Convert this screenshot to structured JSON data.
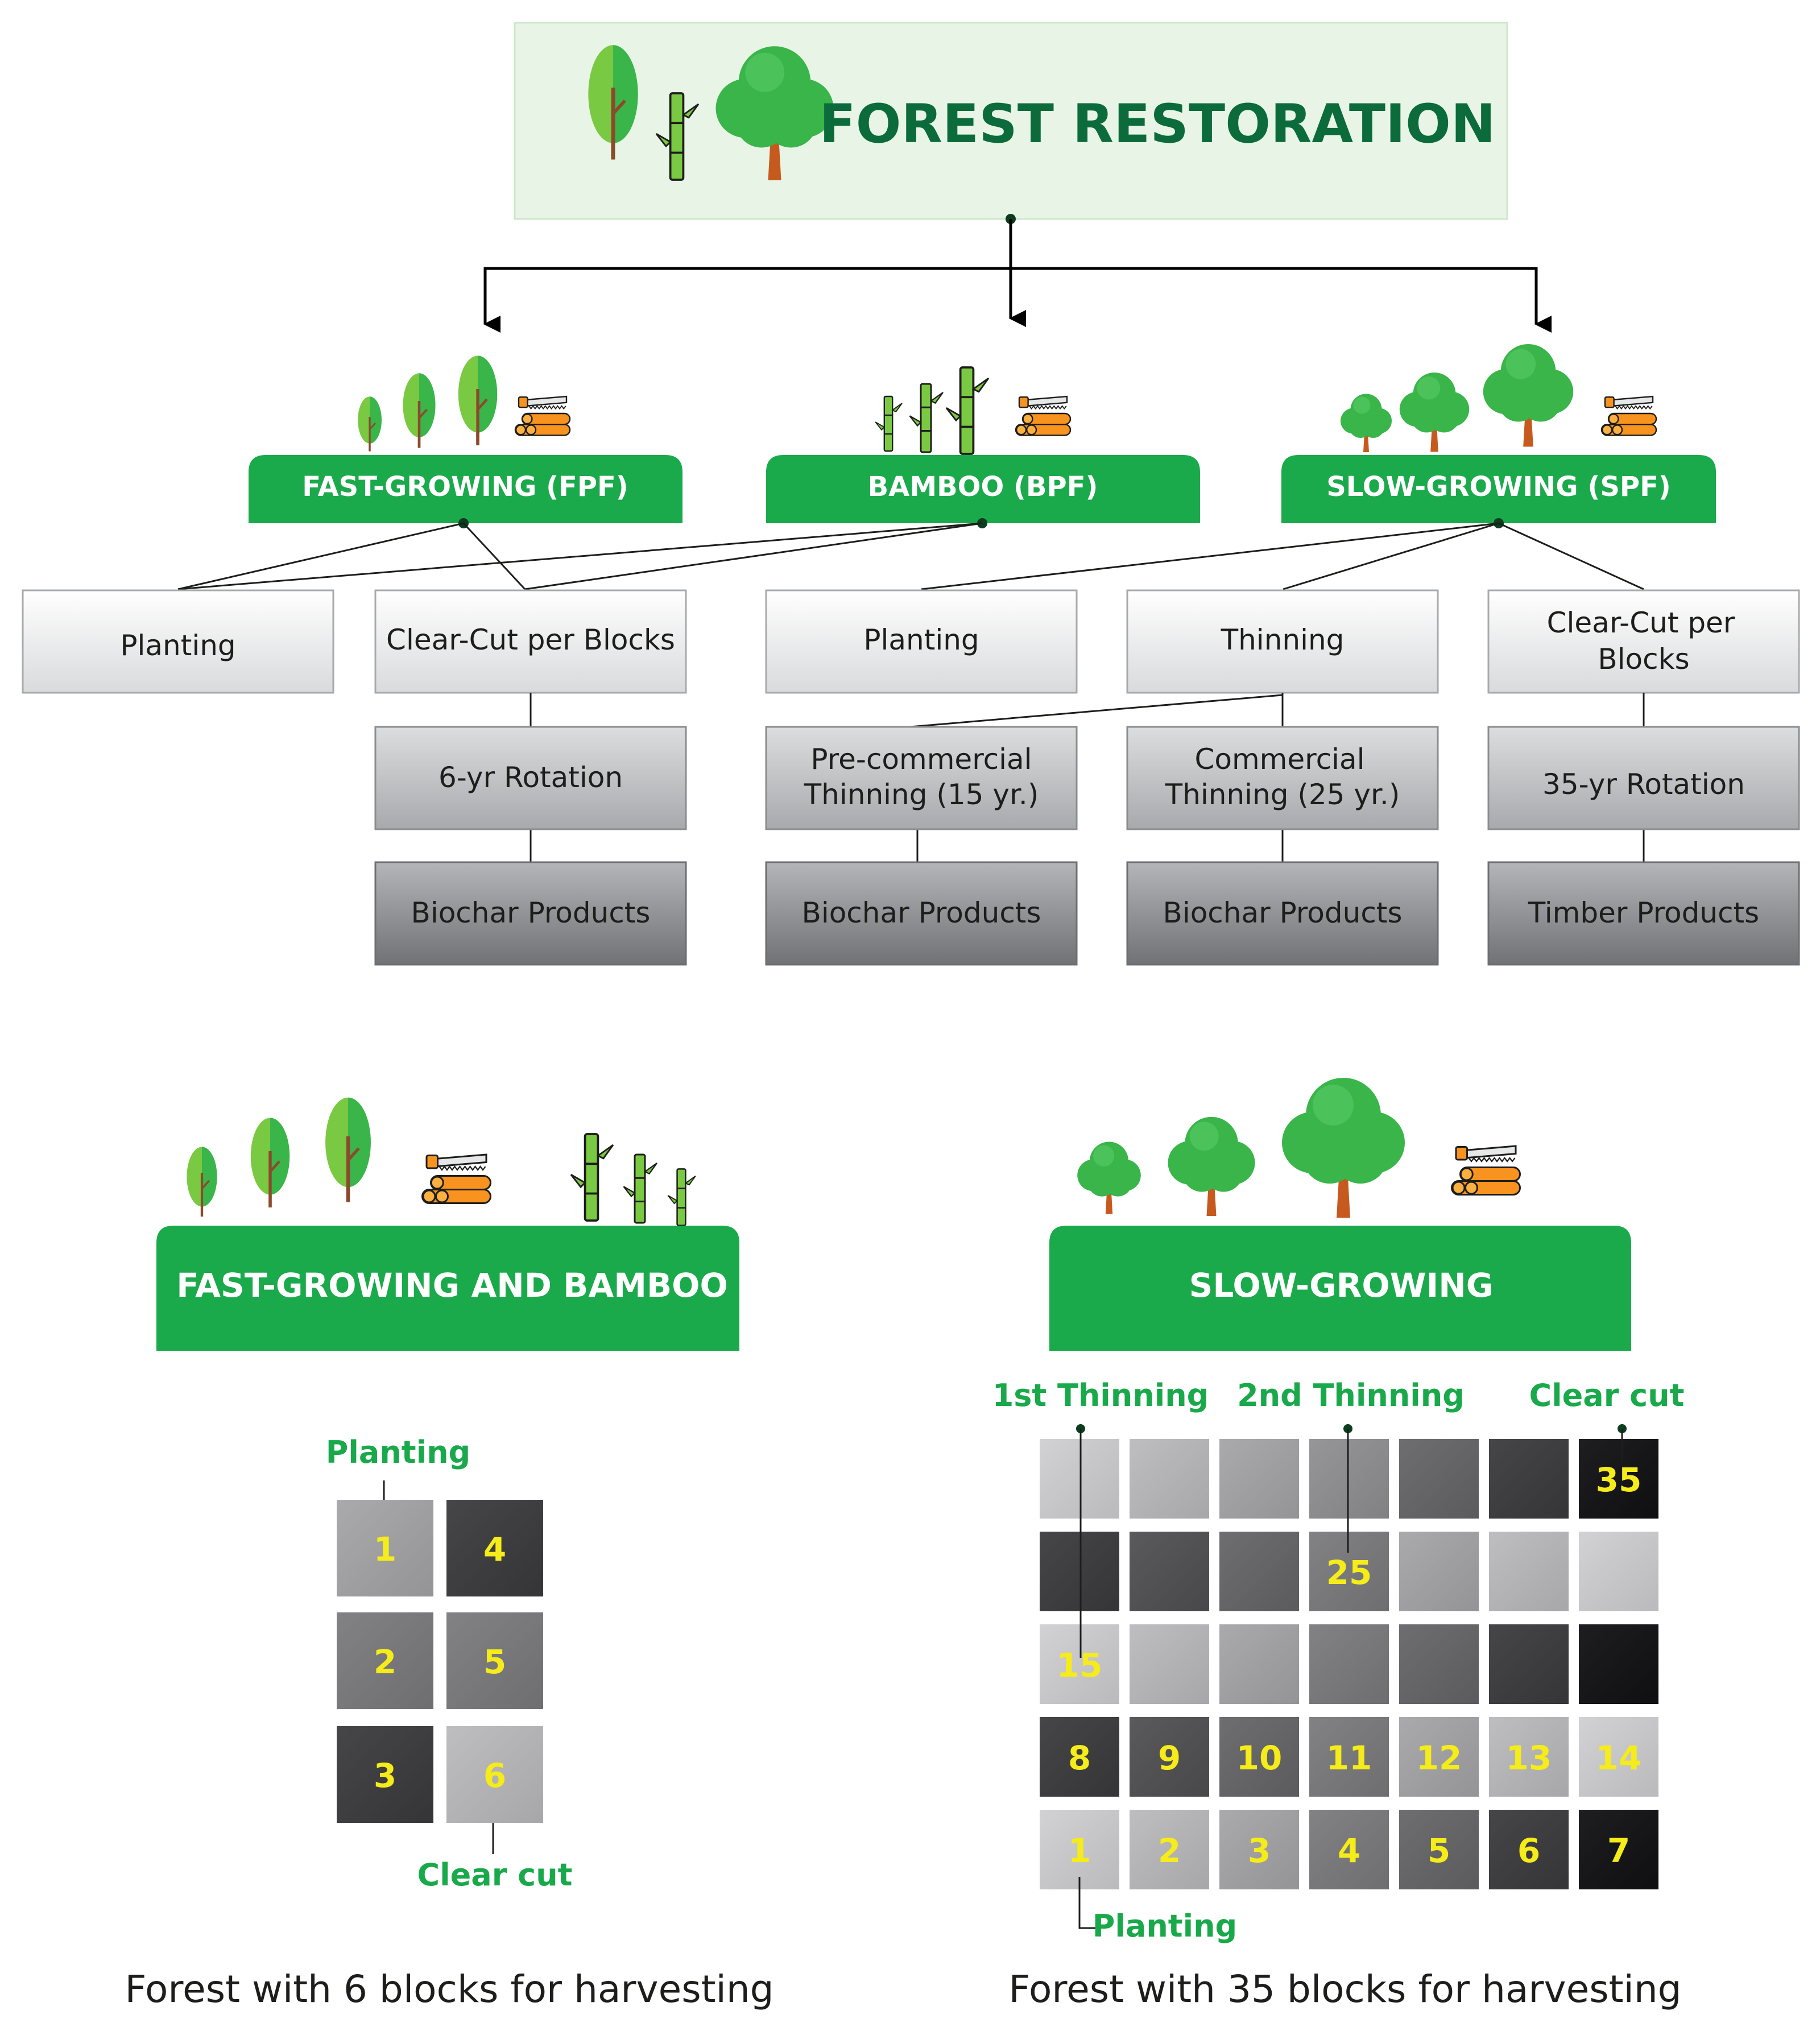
{
  "title": "FOREST RESTORATION",
  "categories": [
    {
      "label": "FAST-GROWING (FPF)"
    },
    {
      "label": "BAMBOO (BPF)"
    },
    {
      "label": "SLOW-GROWING (SPF)"
    }
  ],
  "level1": [
    "Planting",
    "Clear-Cut per Blocks",
    "Planting",
    "Thinning",
    "Clear-Cut per Blocks"
  ],
  "level1_multiline": {
    "clear_cut_spf": [
      "Clear-Cut per",
      "Blocks"
    ]
  },
  "level2": {
    "rotation6": "6-yr Rotation",
    "precommercial": [
      "Pre-commercial",
      "Thinning (15 yr.)"
    ],
    "commercial": [
      "Commercial",
      "Thinning (25 yr.)"
    ],
    "rotation35": "35-yr Rotation"
  },
  "level3": [
    "Biochar Products",
    "Biochar Products",
    "Biochar Products",
    "Timber Products"
  ],
  "bottom": {
    "left_banner": "FAST-GROWING AND BAMBOO",
    "right_banner": "SLOW-GROWING",
    "left_caption": "Forest with 6 blocks for harvesting",
    "right_caption": "Forest with 35 blocks for harvesting",
    "left_grid": {
      "planting_label": "Planting",
      "clear_cut_label": "Clear cut",
      "blocks": [
        "1",
        "2",
        "3",
        "4",
        "5",
        "6"
      ]
    },
    "right_grid": {
      "first_thinning_label": "1st Thinning",
      "second_thinning_label": "2nd Thinning",
      "clear_cut_label": "Clear cut",
      "planting_label": "Planting",
      "rows": [
        [
          "",
          "",
          "",
          "",
          "",
          "",
          "35"
        ],
        [
          "",
          "",
          "",
          "25",
          "",
          "",
          ""
        ],
        [
          "15",
          "",
          "",
          "",
          "",
          "",
          ""
        ],
        [
          "8",
          "9",
          "10",
          "11",
          "12",
          "13",
          "14"
        ],
        [
          "1",
          "2",
          "3",
          "4",
          "5",
          "6",
          "7"
        ]
      ]
    }
  },
  "colors": {
    "green": "#1aaa4b",
    "dark_green": "#0b6b3a",
    "label_green": "#19a94b",
    "number_yellow": "#f5ec1a",
    "header_bg": "#e8f5e6"
  }
}
